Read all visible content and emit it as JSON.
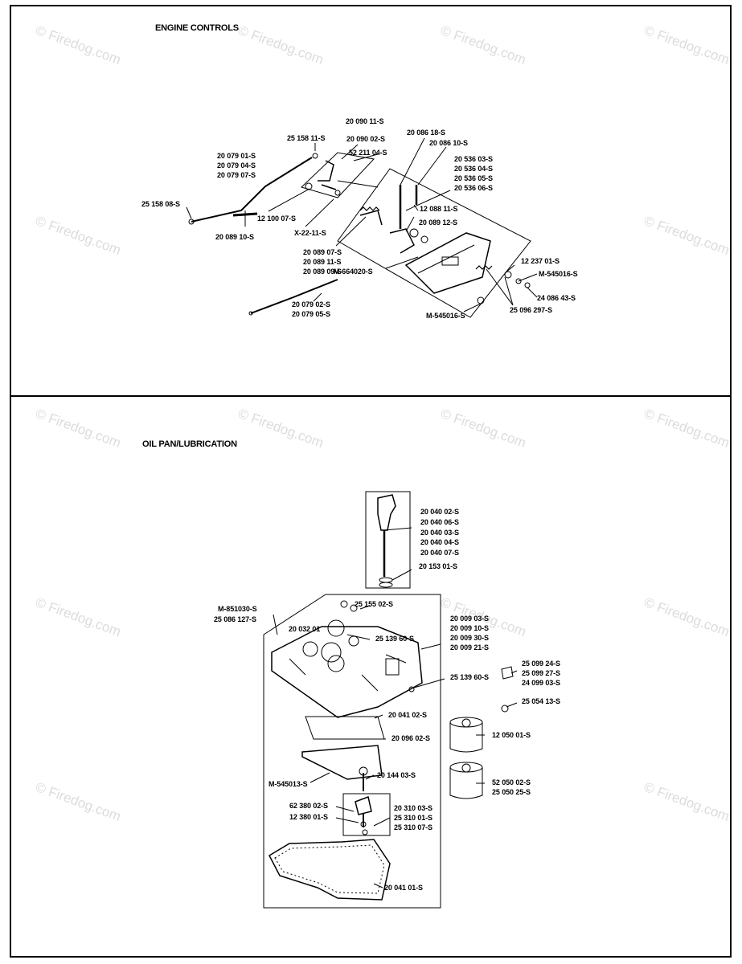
{
  "watermark": "© Firedog.com",
  "engine_controls": {
    "title": "ENGINE CONTROLS",
    "labels": {
      "p200901": "20 090 11-S",
      "p251581": "25 158 11-S",
      "p200900": "20 090 02-S",
      "p522110": "52 211 04-S",
      "p200860": "20 086 18-S",
      "p200861": "20 086 10-S",
      "p20079a": "20 079 01-S",
      "p20079b": "20 079 04-S",
      "p20079c": "20 079 07-S",
      "p20536a": "20 536 03-S",
      "p20536b": "20 536 04-S",
      "p20536c": "20 536 05-S",
      "p20536d": "20 536 06-S",
      "p251580": "25 158 08-S",
      "p121000": "12 100 07-S",
      "p120880": "12 088 11-S",
      "p200891": "20 089 12-S",
      "p200890": "20 089 10-S",
      "px22": "X-22-11-S",
      "p20089a": "20 089 07-S",
      "p20089b": "20 089 11-S",
      "p20089c": "20 089 09-S",
      "pm664": "M-664020-S",
      "p122370": "12 237 01-S",
      "pm545a": "M-545016-S",
      "p240864": "24 086 43-S",
      "p20079d": "20 079 02-S",
      "p20079e": "20 079 05-S",
      "pm545b": "M-545016-S",
      "p250962": "25 096 297-S"
    }
  },
  "oil_pan": {
    "title": "OIL PAN/LUBRICATION",
    "labels": {
      "p20040a": "20 040 02-S",
      "p20040b": "20 040 06-S",
      "p20040c": "20 040 03-S",
      "p20040d": "20 040 04-S",
      "p20040e": "20 040 07-S",
      "p201530": "20 153 01-S",
      "pm851": "M-851030-S",
      "p250861": "25 086 127-S",
      "p251550": "25 155 02-S",
      "p200320": "20 032 01",
      "p251396a": "25 139 60-S",
      "p20009a": "20 009 03-S",
      "p20009b": "20 009 10-S",
      "p20009c": "20 009 30-S",
      "p20009d": "20 009 21-S",
      "p251396b": "25 139 60-S",
      "p25099a": "25 099 24-S",
      "p25099b": "25 099 27-S",
      "p240990": "24 099 03-S",
      "p250541": "25 054 13-S",
      "p200410": "20 041 02-S",
      "p200960": "20 096 02-S",
      "p120500": "12 050 01-S",
      "pm545013": "M-545013-S",
      "p201440": "20 144 03-S",
      "p520500": "52 050 02-S",
      "p250502": "25 050 25-S",
      "p623800": "62 380 02-S",
      "p123800": "12 380 01-S",
      "p20310": "20 310 03-S",
      "p25310a": "25 310 01-S",
      "p25310b": "25 310 07-S",
      "p200411": "20 041 01-S"
    }
  }
}
